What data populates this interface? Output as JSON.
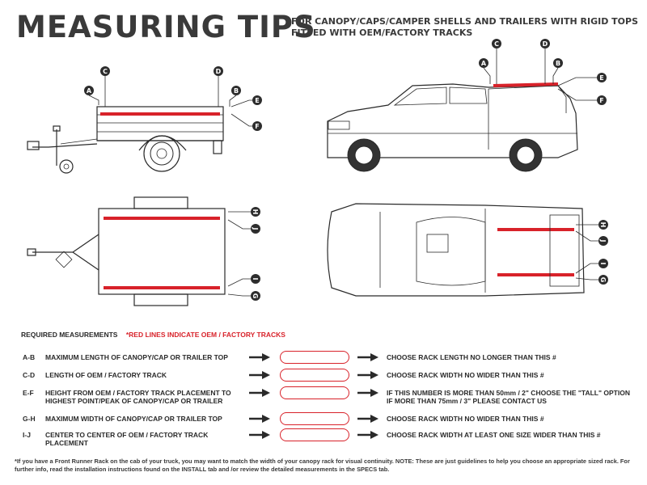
{
  "header": {
    "title": "MEASURING TIPS",
    "subtitle": "FOR CANOPY/CAPS/CAMPER SHELLS AND TRAILERS WITH RIGID TOPS FITTED WITH OEM/FACTORY TRACKS"
  },
  "callouts": {
    "A": "A",
    "B": "B",
    "C": "C",
    "D": "D",
    "E": "E",
    "F": "F",
    "G": "G",
    "H": "H",
    "I": "I",
    "J": "J"
  },
  "required": {
    "heading": "REQUIRED MEASUREMENTS",
    "note": "*RED LINES INDICATE OEM / FACTORY TRACKS"
  },
  "rows": [
    {
      "code": "A-B",
      "description": "MAXIMUM  LENGTH OF CANOPY/CAP OR TRAILER TOP",
      "result": "CHOOSE RACK LENGTH NO LONGER THAN THIS #"
    },
    {
      "code": "C-D",
      "description": "LENGTH OF OEM / FACTORY TRACK",
      "result": "CHOOSE RACK WIDTH NO WIDER THAN THIS #"
    },
    {
      "code": "E-F",
      "description": "HEIGHT FROM OEM / FACTORY TRACK PLACEMENT TO HIGHEST POINT/PEAK OF CANOPY/CAP OR TRAILER",
      "result": "IF THIS NUMBER IS MORE THAN 50mm / 2\" CHOOSE THE \"TALL\" OPTION IF MORE THAN 75mm / 3\" PLEASE CONTACT US"
    },
    {
      "code": "G-H",
      "description": "MAXIMUM  WIDTH OF CANOPY/CAP OR TRAILER TOP",
      "result": "CHOOSE RACK WIDTH NO WIDER THAN THIS #"
    },
    {
      "code": "I-J",
      "description": "CENTER TO CENTER OF OEM / FACTORY TRACK PLACEMENT",
      "result": "CHOOSE RACK WIDTH AT LEAST ONE SIZE WIDER THAN THIS #"
    }
  ],
  "footnote": "*If you have a Front Runner Rack on the cab of your truck, you may want to match the width of your canopy rack for visual continuity. NOTE: These are just guidelines to help you choose an appropriate sized rack. For further info, read the installation instructions found on the INSTALL tab and /or review the detailed measurements in the SPECS tab.",
  "colors": {
    "track_red": "#d8222a",
    "ink": "#2a2a2a",
    "callout": "#2d2d2d"
  }
}
